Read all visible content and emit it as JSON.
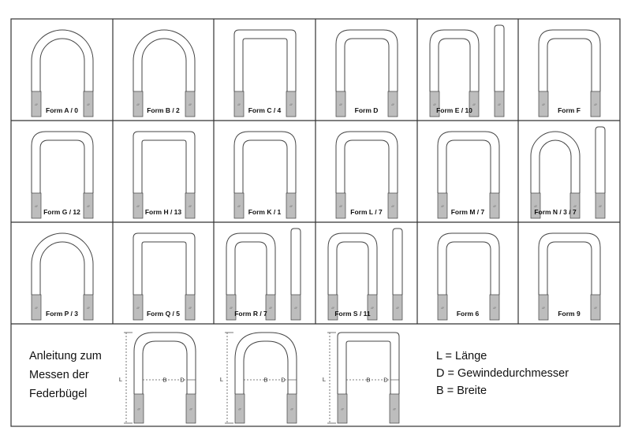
{
  "shapes": [
    {
      "label": "Form A / 0"
    },
    {
      "label": "Form B / 2"
    },
    {
      "label": "Form C / 4"
    },
    {
      "label": "Form D"
    },
    {
      "label": "Form E / 10"
    },
    {
      "label": "Form F"
    },
    {
      "label": "Form G / 12"
    },
    {
      "label": "Form H / 13"
    },
    {
      "label": "Form K / 1"
    },
    {
      "label": "Form L / 7"
    },
    {
      "label": "Form M / 7"
    },
    {
      "label": "Form N / 3 / 7"
    },
    {
      "label": "Form P / 3"
    },
    {
      "label": "Form Q / 5"
    },
    {
      "label": "Form R / 7"
    },
    {
      "label": "Form S / 11"
    },
    {
      "label": "Form 6"
    },
    {
      "label": "Form 9"
    }
  ],
  "instructions": {
    "line1": "Anleitung zum",
    "line2": "Messen der",
    "line3": "Federbügel"
  },
  "dimension_letters": {
    "length": "L",
    "breite": "B",
    "diameter": "D"
  },
  "legend": {
    "l": "L = Länge",
    "d": "D = Gewindedurchmesser",
    "b": "B = Breite"
  },
  "colors": {
    "border": "#333333",
    "stroke": "#444444",
    "thread": "#bdbdbd"
  }
}
